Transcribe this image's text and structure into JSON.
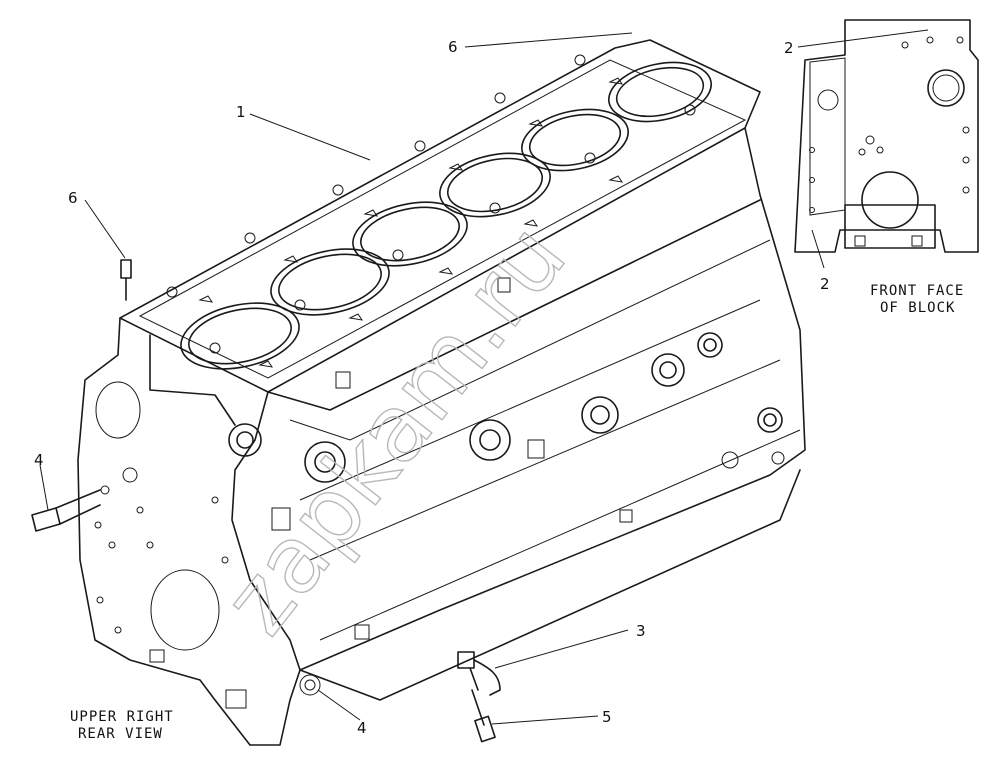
{
  "callouts": [
    {
      "id": "1",
      "label": "1"
    },
    {
      "id": "2a",
      "label": "2"
    },
    {
      "id": "2b",
      "label": "2"
    },
    {
      "id": "3",
      "label": "3"
    },
    {
      "id": "4a",
      "label": "4"
    },
    {
      "id": "4b",
      "label": "4"
    },
    {
      "id": "5",
      "label": "5"
    },
    {
      "id": "6a",
      "label": "6"
    },
    {
      "id": "6b",
      "label": "6"
    }
  ],
  "captions": {
    "front_line1": "FRONT FACE",
    "front_line2": "OF BLOCK",
    "rear_line1": "UPPER RIGHT",
    "rear_line2": "REAR VIEW"
  },
  "watermark": "zapkam.ru"
}
